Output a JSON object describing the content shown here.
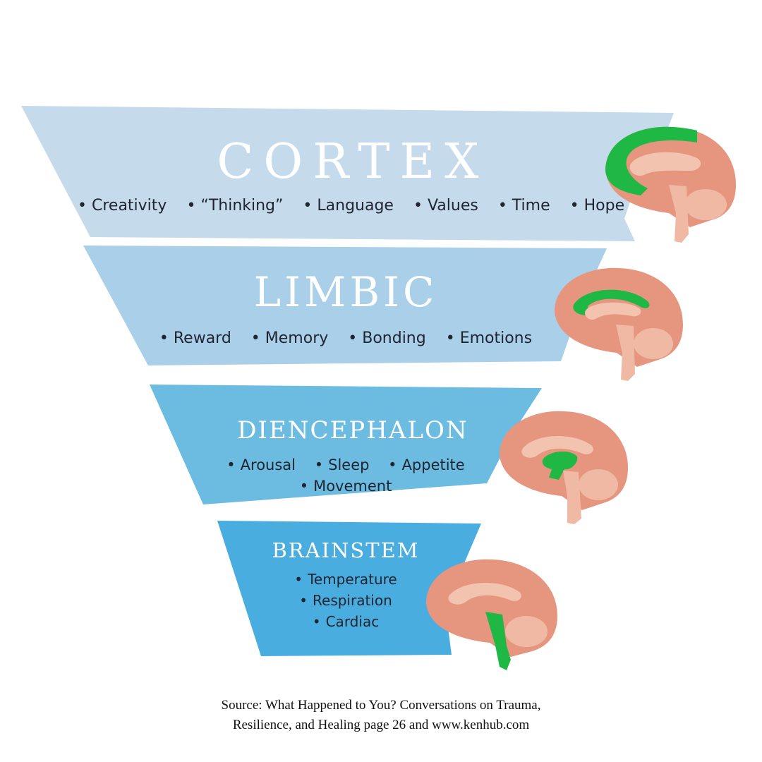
{
  "colors": {
    "cortex": "#c5dbec",
    "limbic": "#a9cfe9",
    "diencephalon": "#6cbce2",
    "brainstem": "#49ade0",
    "brain_tissue": "#e6957f",
    "brain_inner": "#f2c4b0",
    "highlight": "#1fb845"
  },
  "tiers": [
    {
      "title": "CORTEX",
      "items": [
        "Creativity",
        "“Thinking”",
        "Language",
        "Values",
        "Time",
        "Hope"
      ],
      "brain_highlight": "cortex"
    },
    {
      "title": "LIMBIC",
      "items": [
        "Reward",
        "Memory",
        "Bonding",
        "Emotions"
      ],
      "brain_highlight": "limbic"
    },
    {
      "title": "DIENCEPHALON",
      "items": [
        "Arousal",
        "Sleep",
        "Appetite",
        "Movement"
      ],
      "brain_highlight": "diencephalon"
    },
    {
      "title": "BRAINSTEM",
      "items": [
        "Temperature",
        "Respiration",
        "Cardiac"
      ],
      "brain_highlight": "brainstem"
    }
  ],
  "source": {
    "line1": "Source: What Happened to You? Conversations on Trauma,",
    "line2": "Resilience, and Healing page 26 and www.kenhub.com"
  }
}
